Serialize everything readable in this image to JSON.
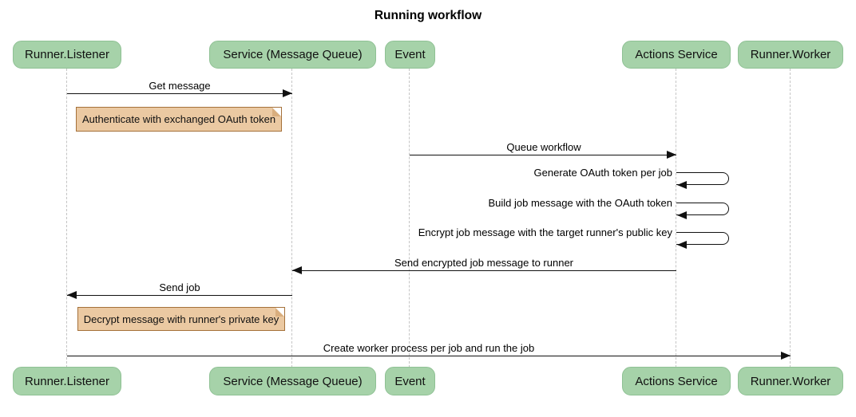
{
  "title": "Running workflow",
  "colors": {
    "background": "#ffffff",
    "actor_fill": "#a6d2a9",
    "actor_border": "#8fc194",
    "note_fill": "#ebc9a2",
    "note_border": "#a5713a",
    "lifeline": "#c4c4c4",
    "arrow": "#111111",
    "text": "#000000"
  },
  "actors": [
    {
      "label": "Runner.Listener"
    },
    {
      "label": "Service (Message Queue)"
    },
    {
      "label": "Event"
    },
    {
      "label": "Actions Service"
    },
    {
      "label": "Runner.Worker"
    }
  ],
  "messages": [
    {
      "label": "Get message",
      "from": "Runner.Listener",
      "to": "Service (Message Queue)",
      "type": "solid-arrow"
    },
    {
      "label": "Queue workflow",
      "from": "Event",
      "to": "Actions Service",
      "type": "solid-arrow"
    },
    {
      "label": "Generate OAuth token per job",
      "from": "Actions Service",
      "to": "Actions Service",
      "type": "self-arrow"
    },
    {
      "label": "Build job message with the OAuth token",
      "from": "Actions Service",
      "to": "Actions Service",
      "type": "self-arrow"
    },
    {
      "label": "Encrypt job message with the target runner's public key",
      "from": "Actions Service",
      "to": "Actions Service",
      "type": "self-arrow"
    },
    {
      "label": "Send encrypted job message to runner",
      "from": "Actions Service",
      "to": "Service (Message Queue)",
      "type": "solid-arrow"
    },
    {
      "label": "Send job",
      "from": "Service (Message Queue)",
      "to": "Runner.Listener",
      "type": "solid-arrow"
    },
    {
      "label": "Create worker process per job and run the job",
      "from": "Runner.Listener",
      "to": "Runner.Worker",
      "type": "solid-arrow"
    }
  ],
  "notes": [
    {
      "label": "Authenticate with exchanged OAuth token",
      "position": "right of Runner.Listener"
    },
    {
      "label": "Decrypt message with runner's private key",
      "position": "right of Runner.Listener"
    }
  ]
}
